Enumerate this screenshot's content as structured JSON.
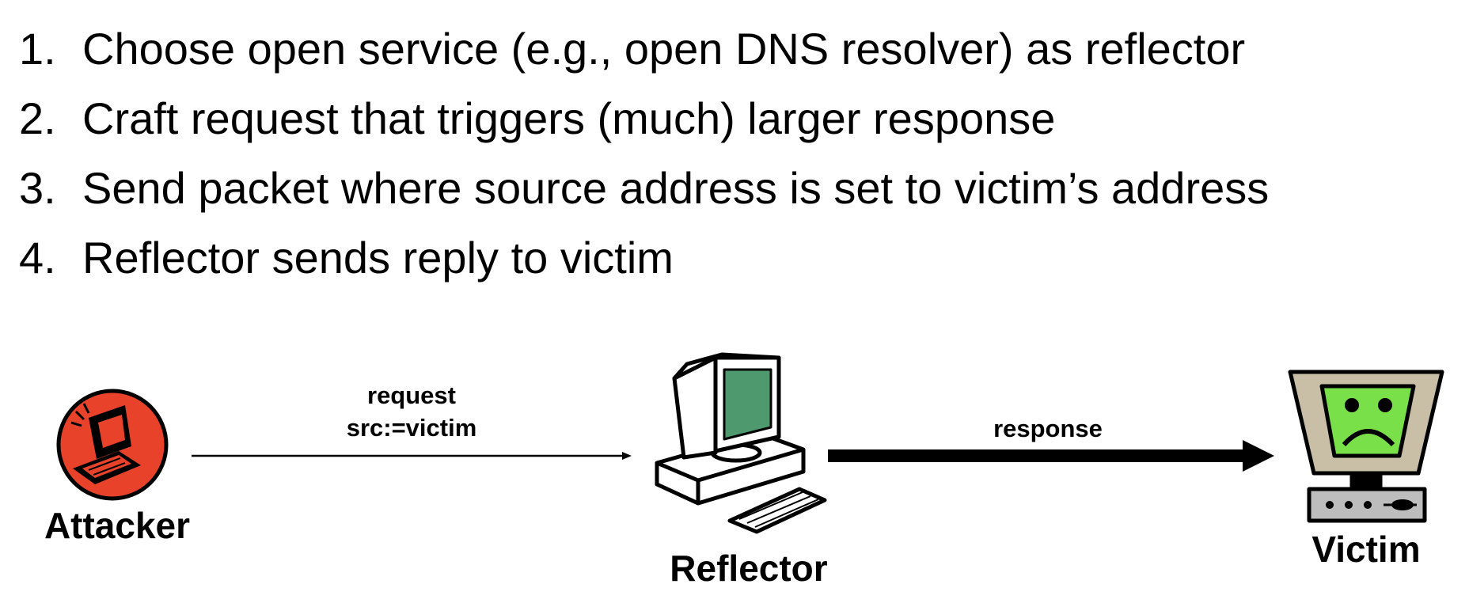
{
  "steps": [
    {
      "number": "1.",
      "text": "Choose open service (e.g., open DNS resolver) as reflector"
    },
    {
      "number": "2.",
      "text": "Craft request that triggers (much) larger response"
    },
    {
      "number": "3.",
      "text": "Send packet where source address is set to victim’s address"
    },
    {
      "number": "4.",
      "text": "Reflector sends reply to victim"
    }
  ],
  "diagram": {
    "attacker": {
      "label": "Attacker",
      "icon": "attacker-computer-icon"
    },
    "reflector": {
      "label": "Reflector",
      "icon": "desktop-computer-icon"
    },
    "victim": {
      "label": "Victim",
      "icon": "sad-monitor-icon"
    },
    "request_arrow": {
      "line1": "request",
      "line2": "src:=victim"
    },
    "response_arrow": {
      "label": "response"
    }
  },
  "colors": {
    "attacker_red": "#e8432a",
    "reflector_screen": "#4e9a6e",
    "victim_screen": "#7ae04a",
    "victim_frame": "#c9bfa6",
    "victim_base": "#bdbdbd"
  }
}
